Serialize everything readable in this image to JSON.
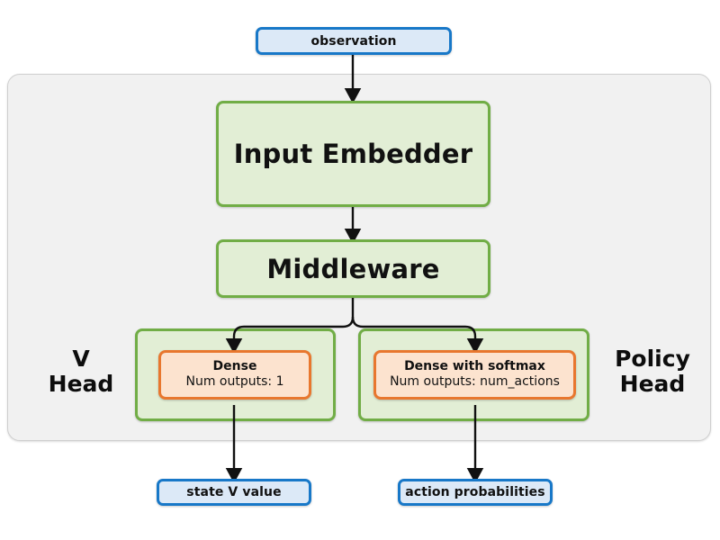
{
  "diagram": {
    "title_nodes": {
      "observation": "observation",
      "input_embedder": "Input Embedder",
      "middleware": "Middleware"
    },
    "heads": {
      "v": {
        "label": "V\nHead",
        "dense_title": "Dense",
        "dense_sub": "Num outputs: 1",
        "output": "state V value"
      },
      "policy": {
        "label": "Policy\nHead",
        "dense_title": "Dense with softmax",
        "dense_sub": "Num outputs: num_actions",
        "output": "action probabilities"
      }
    },
    "colors": {
      "io_border": "#1878c8",
      "io_fill": "#dce9f7",
      "green_border": "#71ad46",
      "green_fill": "#e2eed5",
      "orange_border": "#e8772e",
      "orange_fill": "#fce3cf",
      "panel_fill": "#f1f1f1",
      "panel_border": "#cfcfcf",
      "arrow": "#111111"
    }
  }
}
